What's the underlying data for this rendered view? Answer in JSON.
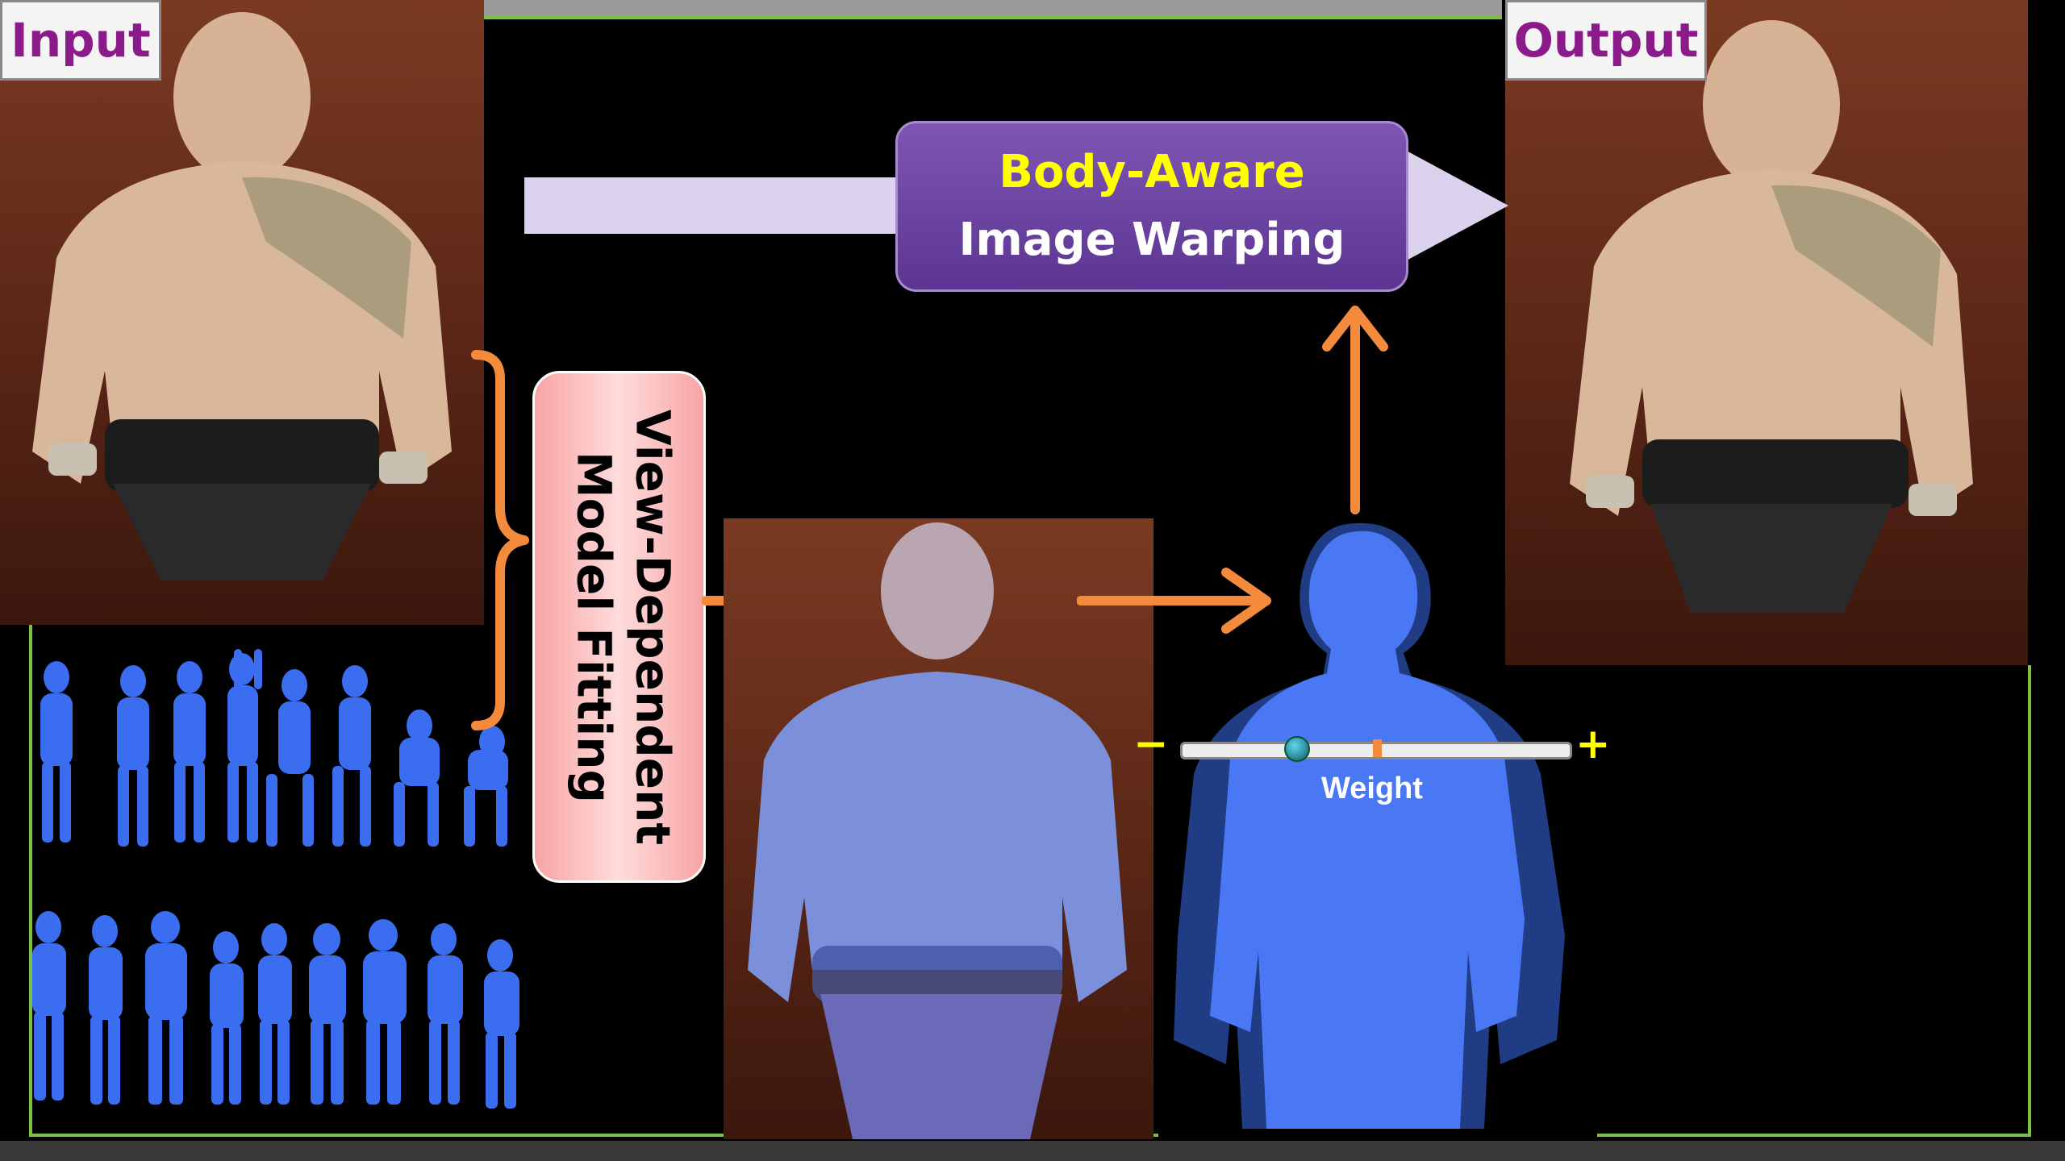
{
  "labels": {
    "input": "Input",
    "output": "Output"
  },
  "warping": {
    "line1": "Body-Aware",
    "line2": "Image Warping",
    "line1_color": "#ffff00",
    "line2_color": "#ffffff"
  },
  "fitting": {
    "line1": "View-Dependent",
    "line2": "Model Fitting"
  },
  "slider": {
    "minus": "−",
    "plus": "+",
    "label": "Weight",
    "value": 0.3
  },
  "colors": {
    "arrow": "#f48a3c",
    "label_text": "#8b1a8b",
    "mesh": "#3a6df0",
    "frame": "#7bc242"
  }
}
